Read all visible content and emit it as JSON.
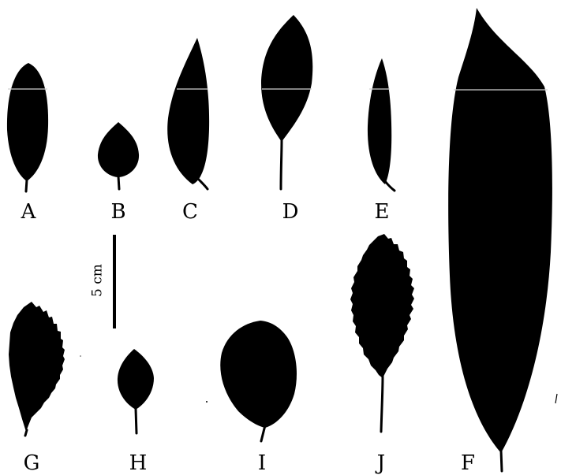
{
  "figure": {
    "background": "#ffffff",
    "leaf_color": "#000000",
    "labels": {
      "a": "A",
      "b": "B",
      "c": "C",
      "d": "D",
      "e": "E",
      "f": "F",
      "g": "G",
      "h": "H",
      "i": "I",
      "j": "J"
    },
    "scale_bar": {
      "text": "5 cm"
    }
  }
}
